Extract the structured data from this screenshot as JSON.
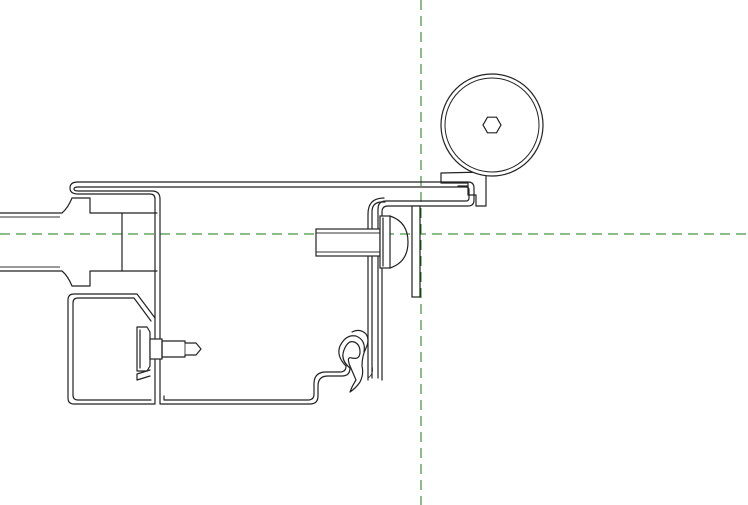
{
  "drawing": {
    "background": "#ffffff",
    "line_color": "#222222",
    "horizontal_axis_color": "#1a7a1a",
    "vertical_axis_color": "#1a7a1a",
    "components": [
      "horizontal-centerline",
      "vertical-centerline",
      "top-flange-profile",
      "main-channel-profile",
      "left-box-profile",
      "spring-clip",
      "bolt-left",
      "bolt-right",
      "wheel",
      "wheel-hex-hub",
      "bracket-plate",
      "incoming-rail"
    ]
  }
}
